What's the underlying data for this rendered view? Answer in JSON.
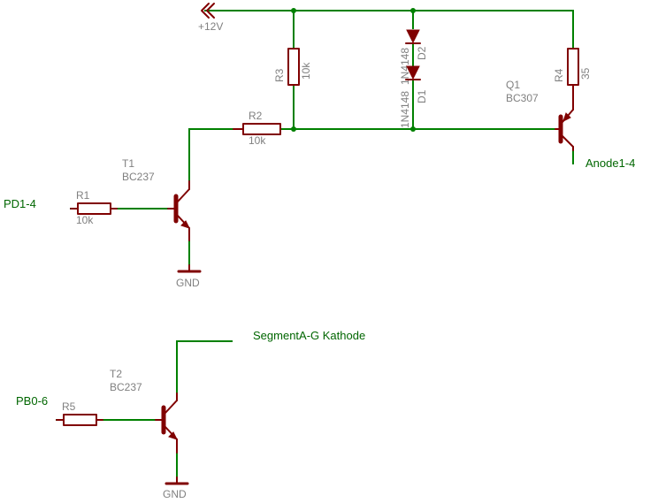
{
  "supply": {
    "label": "+12V"
  },
  "components": {
    "R1": {
      "name": "R1",
      "value": "10k"
    },
    "R2": {
      "name": "R2",
      "value": "10k"
    },
    "R3": {
      "name": "R3",
      "value": "10k"
    },
    "R4": {
      "name": "R4",
      "value": "35"
    },
    "R5": {
      "name": "R5"
    },
    "D1": {
      "name": "D1",
      "value": "1N4148"
    },
    "D2": {
      "name": "D2",
      "value": "1N4148"
    },
    "T1": {
      "name": "T1",
      "value": "BC237"
    },
    "T2": {
      "name": "T2",
      "value": "BC237"
    },
    "Q1": {
      "name": "Q1",
      "value": "BC307"
    }
  },
  "nets": {
    "pd": "PD1-4",
    "pb": "PB0-6",
    "anode": "Anode1-4",
    "segment": "SegmentA-G Kathode",
    "gnd1": "GND",
    "gnd2": "GND"
  },
  "colors": {
    "wire": "#008000",
    "part": "#800000",
    "label": "#808080",
    "net_label": "#006600"
  }
}
